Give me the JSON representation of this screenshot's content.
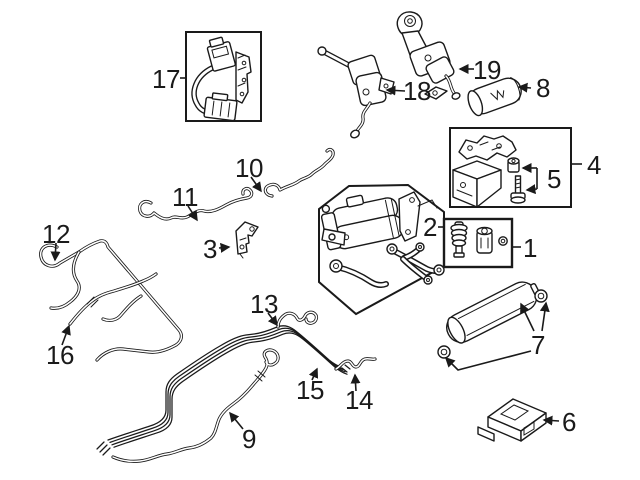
{
  "diagram": {
    "type": "exploded-parts-diagram",
    "background": "#ffffff",
    "line_color": "#1a1a1a",
    "callouts": [
      {
        "number": "1"
      },
      {
        "number": "2"
      },
      {
        "number": "3"
      },
      {
        "number": "4"
      },
      {
        "number": "5"
      },
      {
        "number": "6"
      },
      {
        "number": "7"
      },
      {
        "number": "8"
      },
      {
        "number": "9"
      },
      {
        "number": "10"
      },
      {
        "number": "11"
      },
      {
        "number": "12"
      },
      {
        "number": "13"
      },
      {
        "number": "14"
      },
      {
        "number": "15"
      },
      {
        "number": "16"
      },
      {
        "number": "17"
      },
      {
        "number": "18"
      },
      {
        "number": "19"
      }
    ]
  }
}
